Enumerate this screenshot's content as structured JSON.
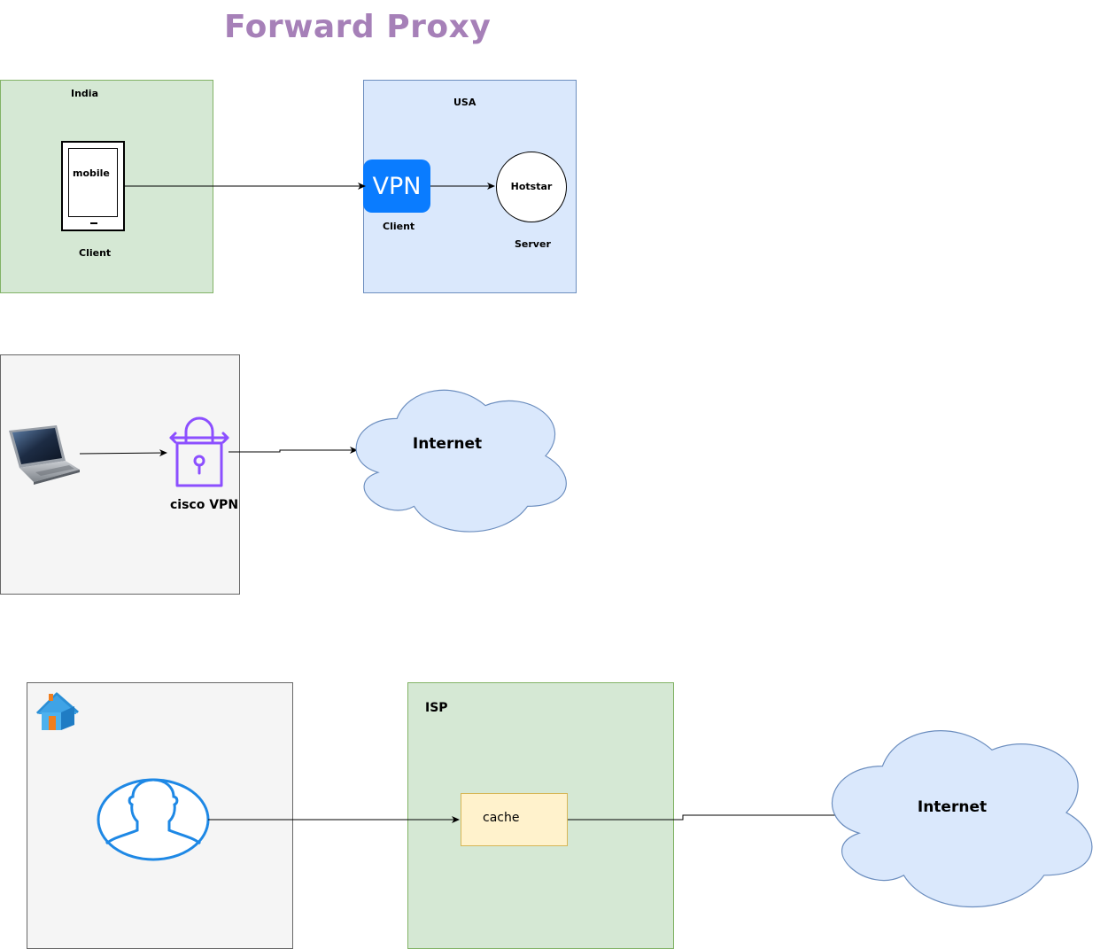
{
  "title": "Forward Proxy",
  "diagram1": {
    "india_label": "India",
    "usa_label": "USA",
    "mobile_label": "mobile",
    "client_label_left": "Client",
    "vpn_badge_text": "VPN",
    "vpn_client_label": "Client",
    "hotstar_label": "Hotstar",
    "server_label": "Server"
  },
  "diagram2": {
    "cisco_label": "cisco VPN",
    "internet_label": "Internet"
  },
  "diagram3": {
    "isp_label": "ISP",
    "cache_label": "cache",
    "internet_label": "Internet"
  },
  "colors": {
    "title": "#a680b8",
    "green_fill": "#d5e8d4",
    "green_stroke": "#82b366",
    "blue_fill": "#dae8fc",
    "blue_stroke": "#6c8ebf",
    "grey_fill": "#f5f5f5",
    "cache_fill": "#fff2cc",
    "vpn_blue": "#0a7cff",
    "lock_purple": "#8c4fff",
    "user_blue": "#1e88e5"
  },
  "icons": [
    "mobile-phone-icon",
    "vpn-icon",
    "laptop-icon",
    "cisco-vpn-lock-icon",
    "internet-cloud-icon",
    "home-icon",
    "user-icon"
  ]
}
